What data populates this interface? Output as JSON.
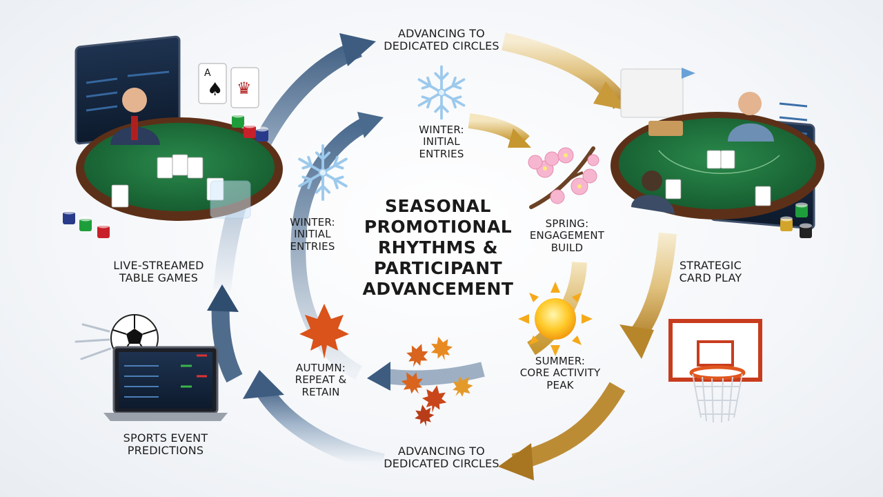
{
  "title": {
    "lines": [
      "SEASONAL",
      "PROMOTIONAL",
      "RHYTHMS &",
      "PARTICIPANT",
      "ADVANCEMENT"
    ]
  },
  "outer_ring": {
    "top_label": [
      "ADVANCING TO",
      "DEDICATED CIRCLES"
    ],
    "bottom_label": [
      "ADVANCING TO",
      "DEDICATED CIRCLES"
    ],
    "nodes": {
      "top_left": [
        "LIVE-STREAMED",
        "TABLE GAMES"
      ],
      "top_right": [
        "STRATEGIC",
        "CARD PLAY"
      ],
      "bottom_left": [
        "SPORTS EVENT",
        "PREDICTIONS"
      ]
    }
  },
  "inner_ring": {
    "winter_top": [
      "WINTER:",
      "INITIAL",
      "ENTRIES"
    ],
    "winter_left": [
      "WINTER:",
      "INITIAL",
      "ENTRIES"
    ],
    "spring": [
      "SPRING:",
      "ENGAGEMENT",
      "BUILD"
    ],
    "summer": [
      "SUMMER:",
      "CORE ACTIVITY",
      "PEAK"
    ],
    "autumn": [
      "AUTUMN:",
      "REPEAT &",
      "RETAIN"
    ]
  },
  "colors": {
    "cool_arrow": "#2f4d6e",
    "warm_arrow": "#b8862a",
    "felt": "#1f6b3a",
    "table_rim": "#6b3a1e"
  },
  "icons": [
    "snowflake-icon",
    "cherry-blossom-icon",
    "sun-icon",
    "maple-leaf-icon",
    "soccer-ball-icon",
    "basketball-hoop-icon",
    "laptop-icon",
    "playing-card-icon",
    "casino-chip-icon"
  ]
}
